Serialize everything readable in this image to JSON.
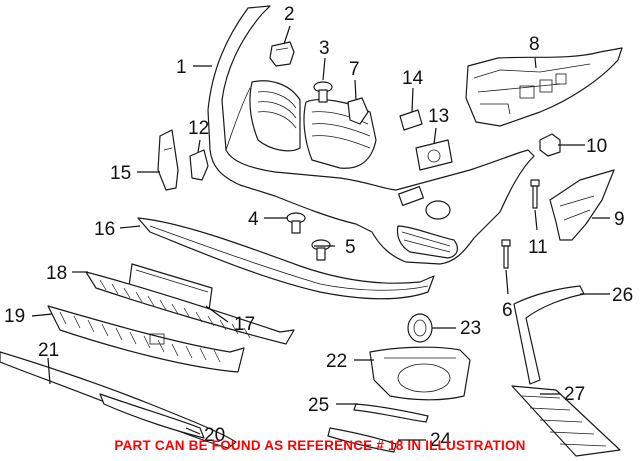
{
  "callouts": [
    {
      "num": "1"
    },
    {
      "num": "2"
    },
    {
      "num": "3"
    },
    {
      "num": "4"
    },
    {
      "num": "5"
    },
    {
      "num": "6"
    },
    {
      "num": "7"
    },
    {
      "num": "8"
    },
    {
      "num": "9"
    },
    {
      "num": "10"
    },
    {
      "num": "11"
    },
    {
      "num": "12"
    },
    {
      "num": "13"
    },
    {
      "num": "14"
    },
    {
      "num": "15"
    },
    {
      "num": "16"
    },
    {
      "num": "17"
    },
    {
      "num": "18"
    },
    {
      "num": "19"
    },
    {
      "num": "20"
    },
    {
      "num": "21"
    },
    {
      "num": "22"
    },
    {
      "num": "23"
    },
    {
      "num": "24"
    },
    {
      "num": "25"
    },
    {
      "num": "26"
    },
    {
      "num": "27"
    }
  ],
  "footer_note": "PART CAN BE FOUND AS REFERENCE # 18 IN ILLUSTRATION",
  "colors": {
    "line": "#1a1a1a",
    "note": "#ff0000",
    "background": "#ffffff"
  }
}
